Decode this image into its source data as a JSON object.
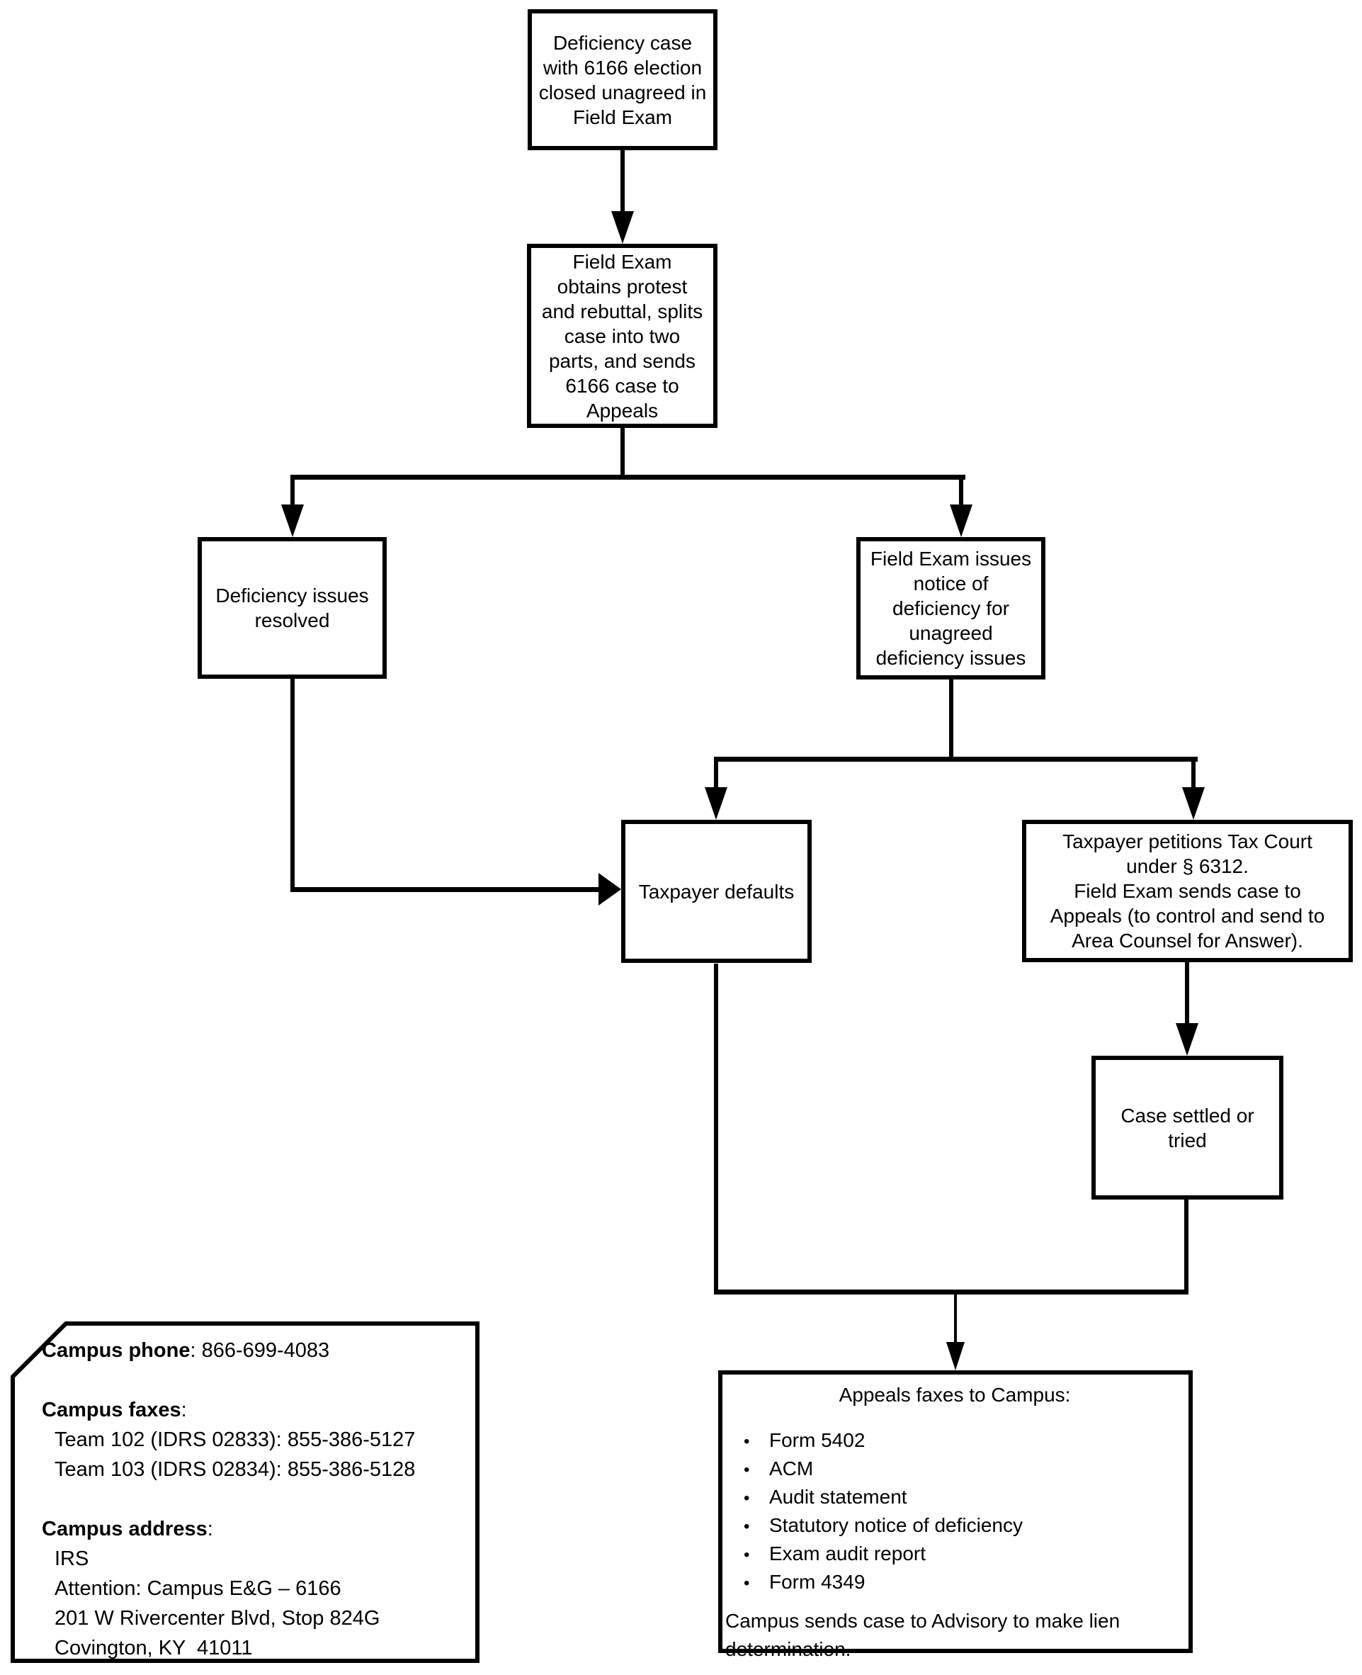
{
  "diagram": {
    "colors": {
      "ink": "#000000",
      "paper": "#ffffff"
    },
    "bullet_char": "•",
    "nodes": {
      "deficiency_case": {
        "lines": [
          "Deficiency case",
          "with 6166 election",
          "closed unagreed in",
          "Field Exam"
        ]
      },
      "field_exam_protest": {
        "lines": [
          "Field Exam",
          "obtains protest",
          "and rebuttal, splits",
          "case into two",
          "parts, and sends",
          "6166 case to",
          "Appeals"
        ]
      },
      "deficiency_resolved": {
        "lines": [
          "Deficiency issues",
          "resolved"
        ]
      },
      "field_exam_notice": {
        "lines": [
          "Field Exam issues",
          "notice of",
          "deficiency for",
          "unagreed",
          "deficiency issues"
        ]
      },
      "taxpayer_defaults": {
        "lines": [
          "Taxpayer defaults"
        ]
      },
      "taxpayer_petitions": {
        "lines": [
          "Taxpayer petitions Tax Court",
          "under § 6312.",
          "Field Exam sends case to",
          "Appeals (to control and send to",
          "Area Counsel for Answer)."
        ]
      },
      "case_settled": {
        "lines": [
          "Case settled or",
          "tried"
        ]
      },
      "appeals_faxes": {
        "title": "Appeals faxes to Campus:",
        "bullets": [
          "Form 5402",
          "ACM",
          "Audit statement",
          "Statutory notice of deficiency",
          "Exam audit report",
          "Form 4349"
        ],
        "footer": "Campus sends case to Advisory to make lien determination."
      }
    },
    "note": {
      "phone_label": "Campus phone",
      "phone_value": ": 866-699-4083",
      "faxes_label": "Campus faxes",
      "colon": ":",
      "fax_lines": [
        "Team 102 (IDRS 02833): 855-386-5127",
        "Team 103 (IDRS 02834): 855-386-5128"
      ],
      "address_label": "Campus address",
      "address_lines": [
        "IRS",
        "Attention: Campus E&G – 6166",
        "201 W Rivercenter Blvd, Stop 824G",
        "Covington, KY  41011"
      ]
    }
  }
}
